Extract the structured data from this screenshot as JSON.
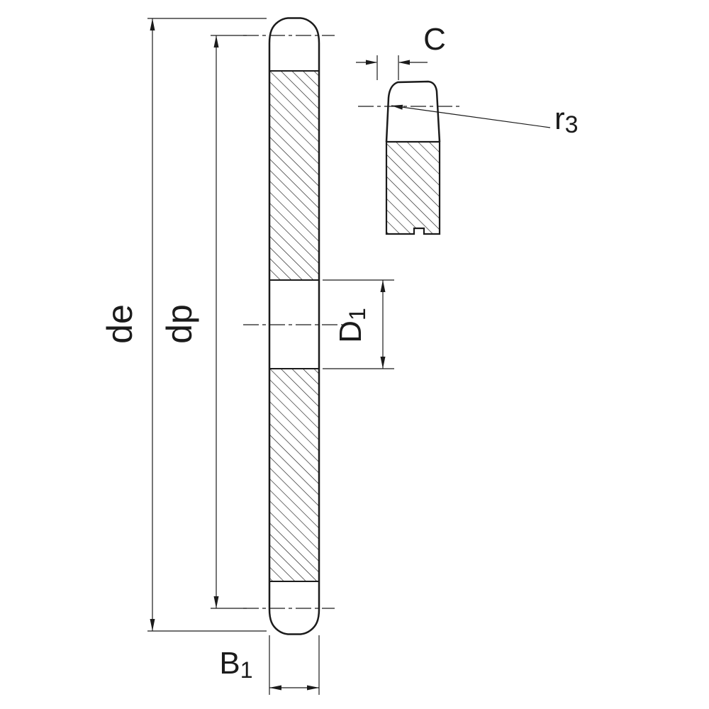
{
  "drawing": {
    "kind": "sprocket cross-section dimension drawing",
    "views": {
      "main": "side-section-view",
      "detail": "tooth-detail-view"
    }
  },
  "colors": {
    "line": "#1b1b1b",
    "background": "#ffffff"
  },
  "labels": {
    "de": {
      "main": "de",
      "sub": ""
    },
    "dp": {
      "main": "dp",
      "sub": ""
    },
    "d1": {
      "main": "D",
      "sub": "1"
    },
    "b1": {
      "main": "B",
      "sub": "1"
    },
    "c": {
      "main": "C",
      "sub": ""
    },
    "r3": {
      "main": "r",
      "sub": "3"
    }
  }
}
